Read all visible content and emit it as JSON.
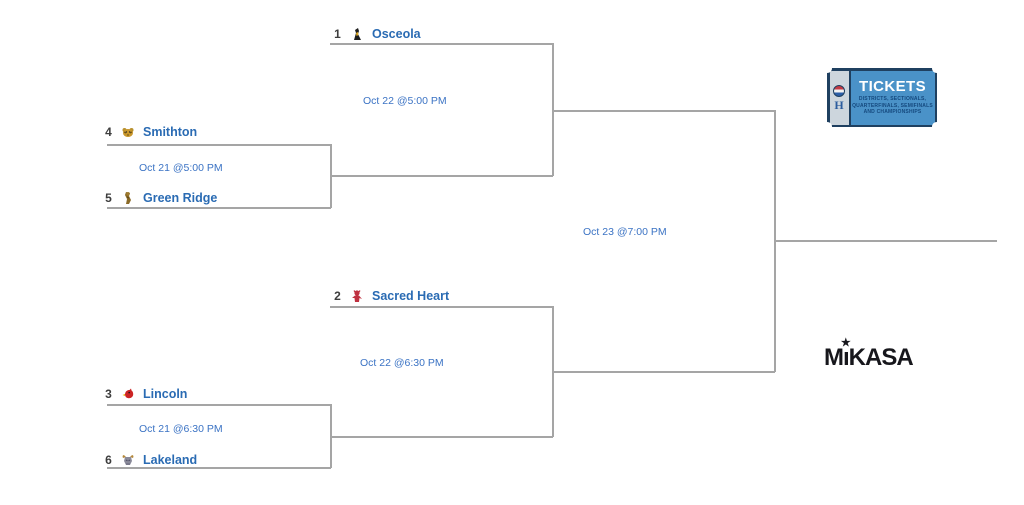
{
  "bracket": {
    "teams": {
      "osceola": {
        "seed": "1",
        "name": "Osceola",
        "icon": "osceola-mascot-icon"
      },
      "smithton": {
        "seed": "4",
        "name": "Smithton",
        "icon": "smithton-mascot-icon"
      },
      "green_ridge": {
        "seed": "5",
        "name": "Green Ridge",
        "icon": "green-ridge-mascot-icon"
      },
      "sacred_heart": {
        "seed": "2",
        "name": "Sacred Heart",
        "icon": "sacred-heart-mascot-icon"
      },
      "lincoln": {
        "seed": "3",
        "name": "Lincoln",
        "icon": "lincoln-mascot-icon"
      },
      "lakeland": {
        "seed": "6",
        "name": "Lakeland",
        "icon": "lakeland-mascot-icon"
      }
    },
    "games": {
      "qf1": {
        "datetime": "Oct 21 @5:00 PM"
      },
      "sf1": {
        "datetime": "Oct 22 @5:00 PM"
      },
      "qf2": {
        "datetime": "Oct 21 @6:30 PM"
      },
      "sf2": {
        "datetime": "Oct 22 @6:30 PM"
      },
      "final": {
        "datetime": "Oct 23 @7:00 PM"
      }
    }
  },
  "tickets_badge": {
    "title": "TICKETS",
    "subtitle_line1": "DISTRICTS, SECTIONALS,",
    "subtitle_line2": "QUARTERFINALS, SEMIFINALS",
    "subtitle_line3": "AND CHAMPIONSHIPS",
    "h_monogram": "H"
  },
  "sponsor": {
    "name_m": "M",
    "name_i": "ı",
    "name_rest": "KASA",
    "star": "★"
  },
  "colors": {
    "team_link": "#2a6bb3",
    "date_text": "#3b73c4",
    "line_gray": "#a5a5a5",
    "ticket_blue": "#4a92c8",
    "ticket_navy": "#1f4060",
    "ticket_stub": "#cdd6dd",
    "mikasa_black": "#17171c"
  }
}
